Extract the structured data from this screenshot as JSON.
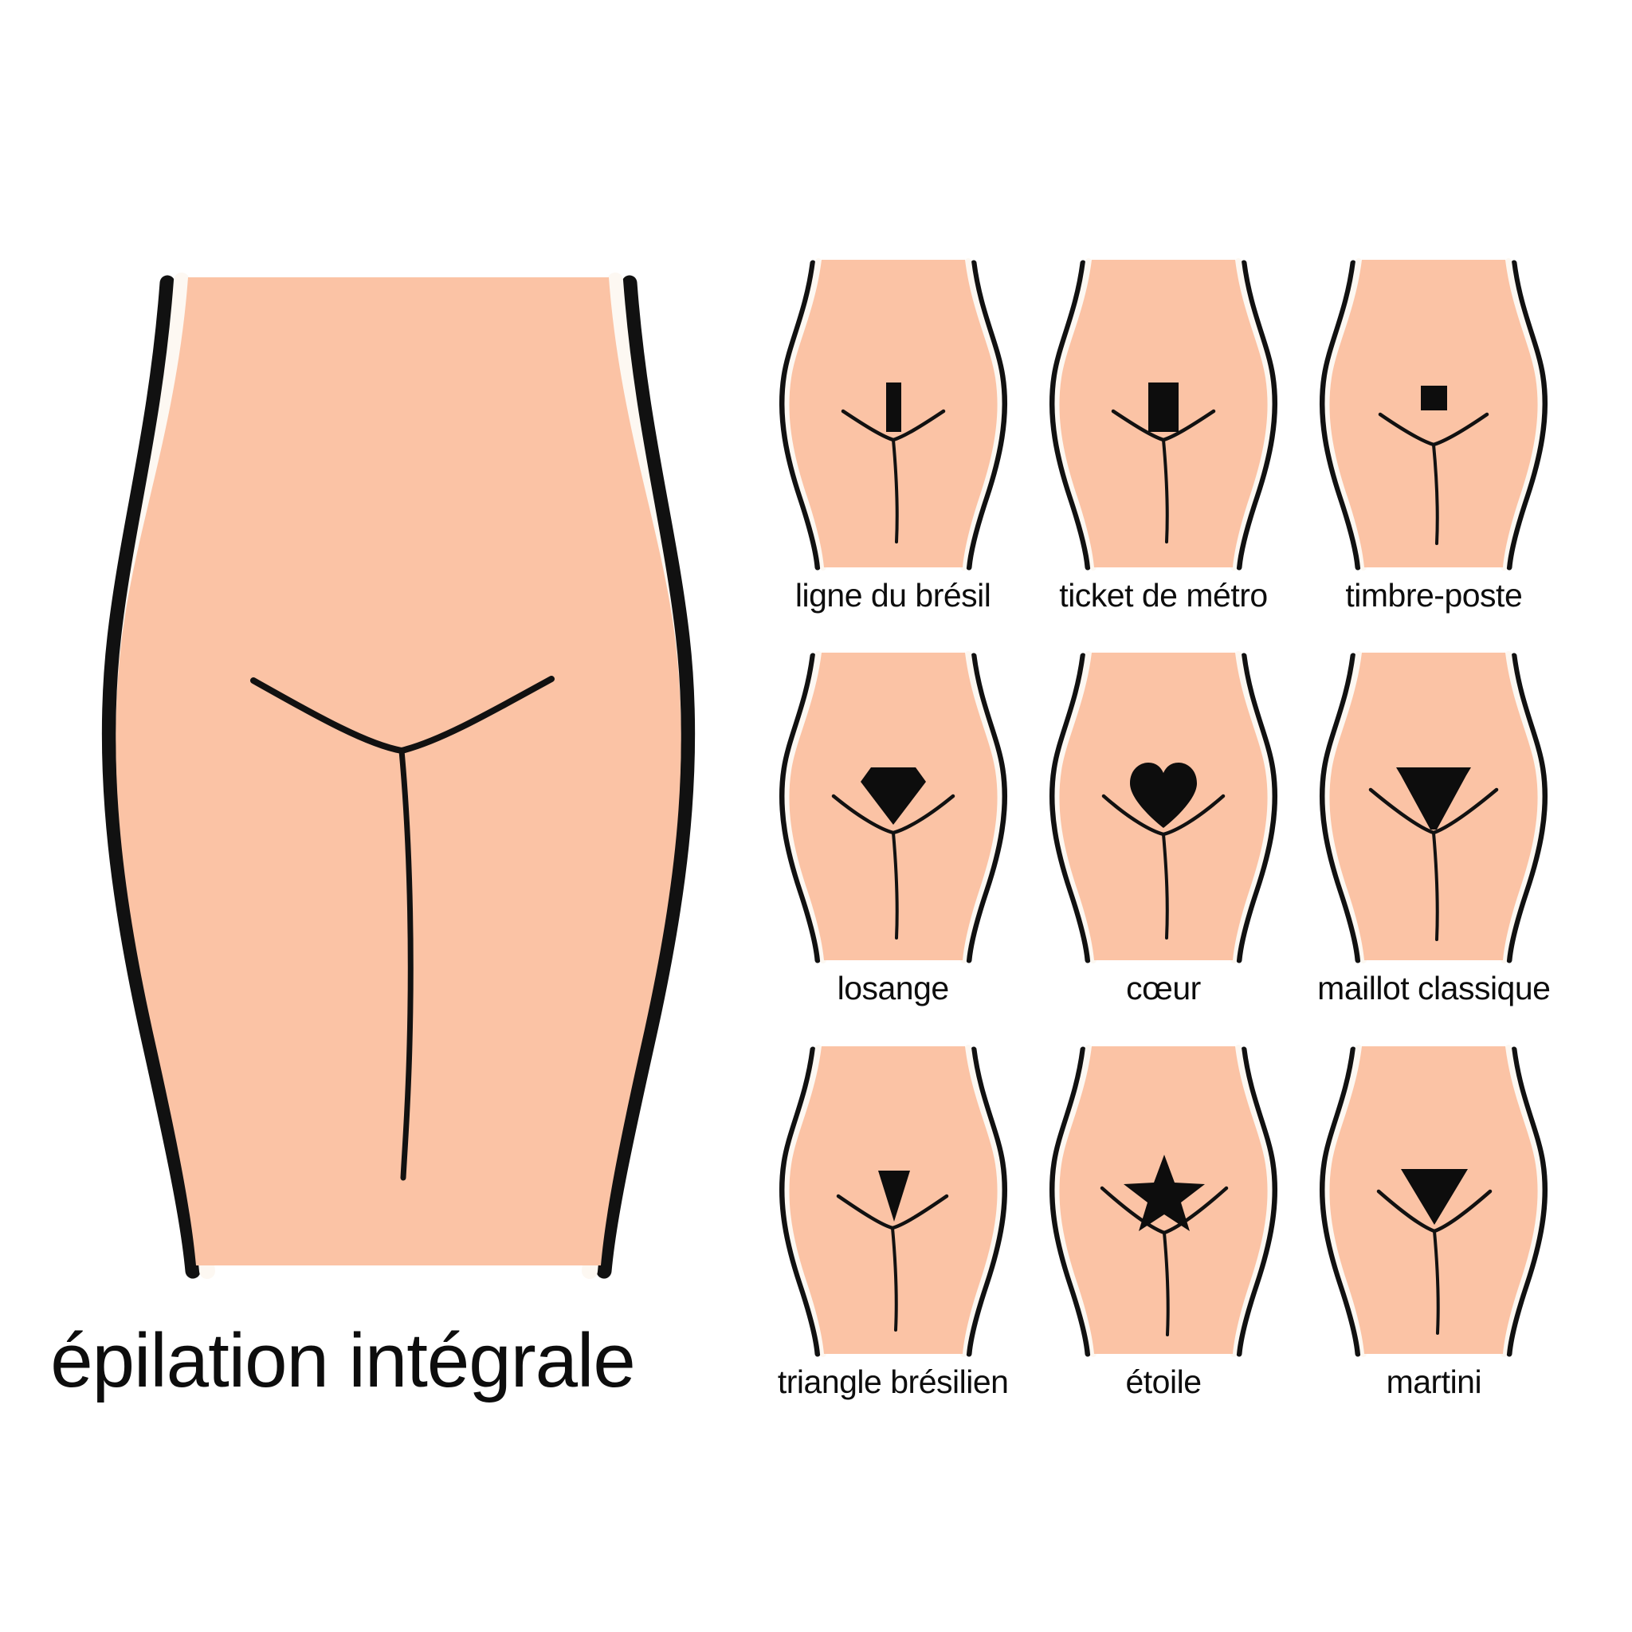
{
  "colors": {
    "background": "#ffffff",
    "skin": "#fbc3a5",
    "outline": "#111111",
    "gap": "#fdf8f2",
    "shape": "#0d0d0d",
    "text": "#0d0d0d"
  },
  "hero": {
    "caption": "épilation intégrale",
    "figure_name": "female-torso-front-view",
    "shape": "none"
  },
  "grid": {
    "rows": 3,
    "columns": 3,
    "styles": [
      {
        "label": "ligne du brésil",
        "shape": "vertical-strip",
        "shape_desc": "narrow tall rectangle (landing strip)"
      },
      {
        "label": "ticket de métro",
        "shape": "wide-rectangle",
        "shape_desc": "wider upright rectangle (metro ticket)"
      },
      {
        "label": "timbre-poste",
        "shape": "square",
        "shape_desc": "small square (postage stamp)"
      },
      {
        "label": "losange",
        "shape": "gem-diamond",
        "shape_desc": "faceted gem / diamond"
      },
      {
        "label": "cœur",
        "shape": "heart",
        "shape_desc": "heart"
      },
      {
        "label": "maillot classique",
        "shape": "wide-funnel-triangle",
        "shape_desc": "broad inverted funnel triangle"
      },
      {
        "label": "triangle brésilien",
        "shape": "narrow-triangle-down",
        "shape_desc": "small narrow inverted triangle"
      },
      {
        "label": "étoile",
        "shape": "star",
        "shape_desc": "five pointed star"
      },
      {
        "label": "martini",
        "shape": "wide-triangle-down",
        "shape_desc": "wide inverted triangle (martini glass)"
      }
    ]
  }
}
